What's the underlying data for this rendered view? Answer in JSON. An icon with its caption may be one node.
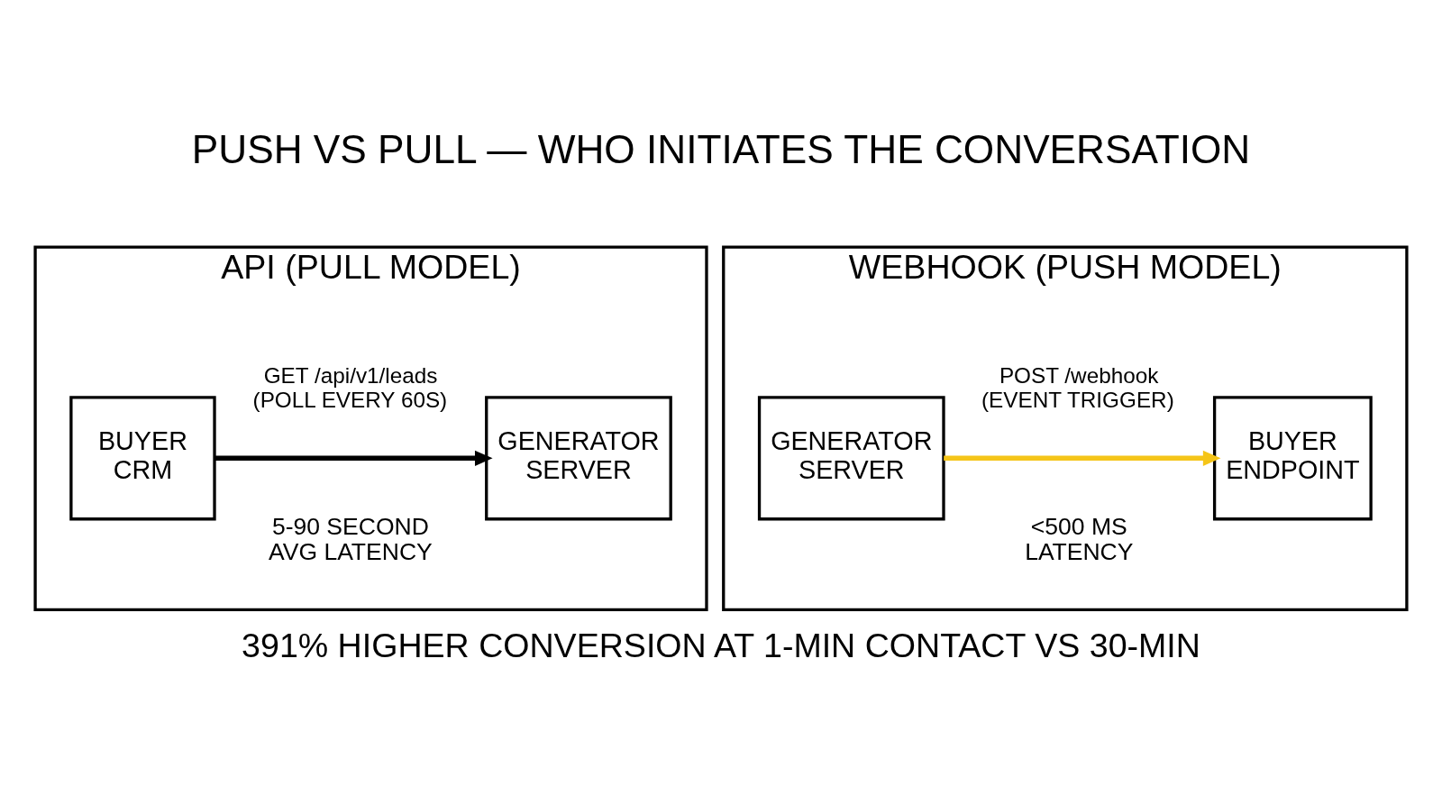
{
  "diagram": {
    "title": "PUSH VS PULL — WHO INITIATES THE CONVERSATION",
    "caption": "391% HIGHER CONVERSION AT 1-MIN CONTACT VS 30-MIN",
    "nodes": [
      {
        "text": [
          "API (PULL MODEL)"
        ]
      },
      {
        "text": [
          "BUYER CRM"
        ],
        "in": 0
      },
      {
        "text": [
          "GENERATOR SERVER"
        ],
        "in": 0
      },
      {
        "text": [
          "WEBHOOK (PUSH MODEL)"
        ]
      },
      {
        "text": [
          "GENERATOR SERVER"
        ],
        "in": 3
      },
      {
        "text": [
          "BUYER ENDPOINT"
        ],
        "in": 3
      }
    ],
    "edges": [
      {
        "from": 1,
        "to": 2,
        "arrow": "to",
        "label": "GET /api/v1/leads (POLL EVERY 60S)"
      },
      {
        "from": 4,
        "to": 5,
        "arrow": "to",
        "label": "POST /webhook (EVENT TRIGGER)",
        "color": "#f5c518"
      }
    ],
    "labels": [
      "5-90 SECOND AVG LATENCY",
      "<500 MS LATENCY"
    ]
  }
}
